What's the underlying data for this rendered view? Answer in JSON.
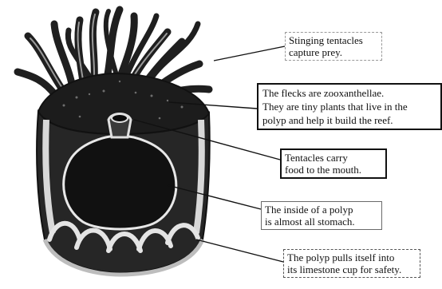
{
  "colors": {
    "ink": "#111111",
    "body_dark": "#1c1c1c",
    "rim_light": "#d8d8d8",
    "paper": "#ffffff"
  },
  "callouts": {
    "tentacles": {
      "text": "Stinging tentacles\ncapture prey."
    },
    "zooxanthellae": {
      "text": "The flecks are zooxanthellae.\nThey are tiny plants that live in the\npolyp and help it build the reef."
    },
    "food": {
      "text": "Tentacles carry\nfood to the mouth."
    },
    "stomach": {
      "text": "The inside of a polyp\nis almost all stomach."
    },
    "retract": {
      "text": "The polyp pulls itself into\nits limestone cup for safety."
    }
  }
}
